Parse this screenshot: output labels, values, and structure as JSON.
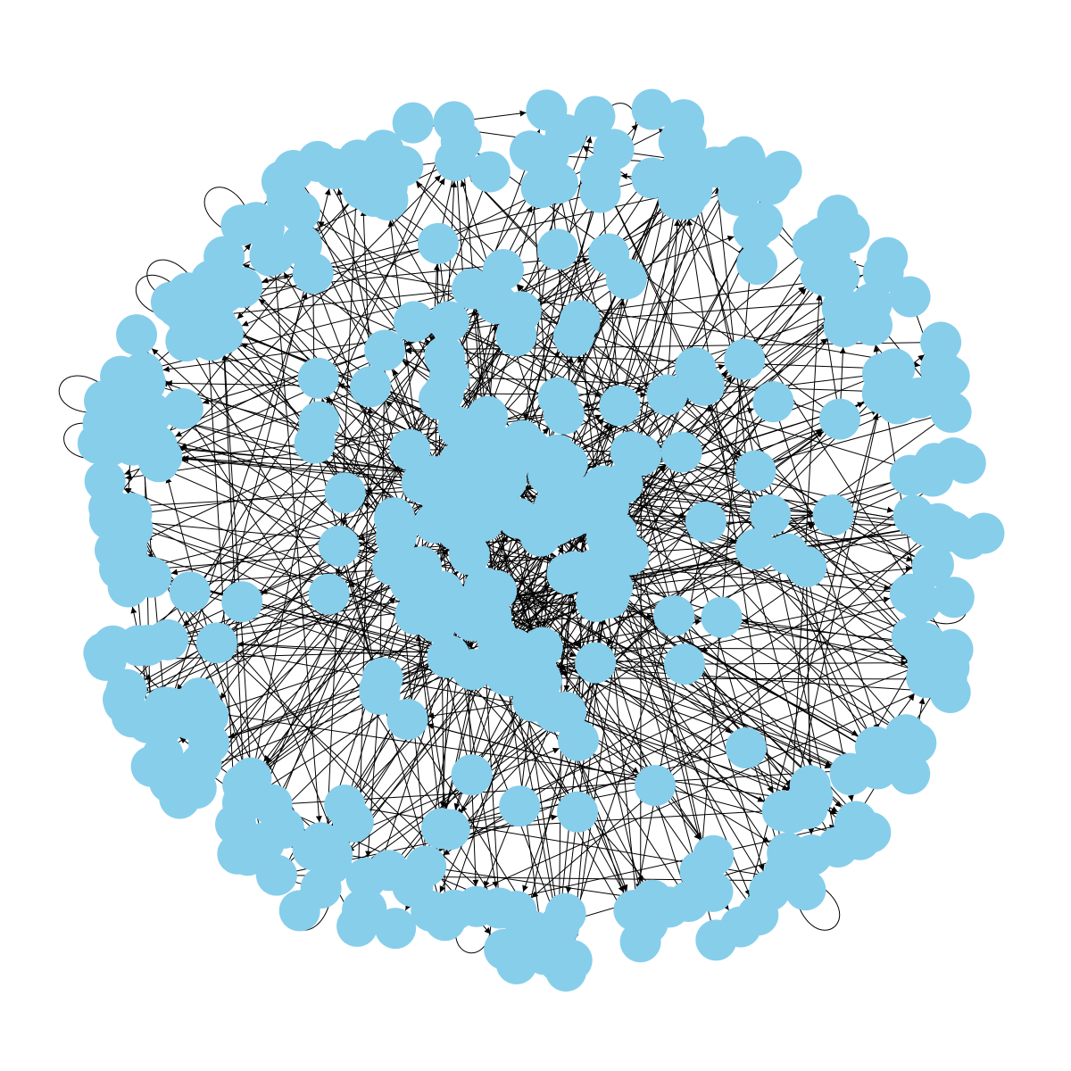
{
  "graph": {
    "type": "directed-network",
    "node_color": "#87CEEB",
    "edge_color": "#000000",
    "background": "#FFFFFF",
    "node_count": 400,
    "edge_count": 560,
    "self_loop_count": 14,
    "layout_shape": "ring-with-dense-core"
  }
}
